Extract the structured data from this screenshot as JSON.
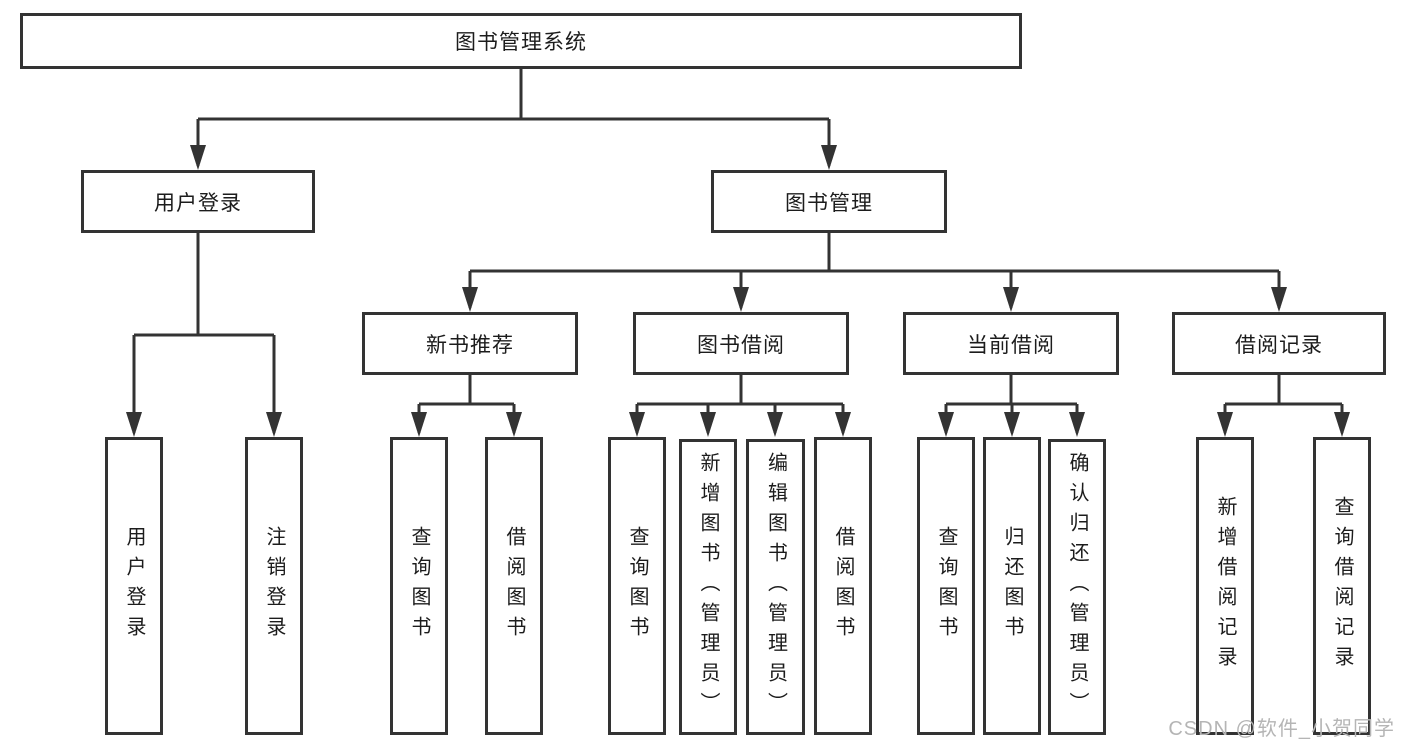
{
  "diagram": {
    "root": {
      "label": "图书管理系统"
    },
    "branches": [
      {
        "label": "用户登录",
        "children": [
          {
            "label": "用户登录"
          },
          {
            "label": "注销登录"
          }
        ]
      },
      {
        "label": "图书管理",
        "children": [
          {
            "label": "新书推荐",
            "children": [
              {
                "label": "查询图书"
              },
              {
                "label": "借阅图书"
              }
            ]
          },
          {
            "label": "图书借阅",
            "children": [
              {
                "label": "查询图书"
              },
              {
                "label": "新增图书（管理员）"
              },
              {
                "label": "编辑图书（管理员）"
              },
              {
                "label": "借阅图书"
              }
            ]
          },
          {
            "label": "当前借阅",
            "children": [
              {
                "label": "查询图书"
              },
              {
                "label": "归还图书"
              },
              {
                "label": "确认归还（管理员）"
              }
            ]
          },
          {
            "label": "借阅记录",
            "children": [
              {
                "label": "新增借阅记录"
              },
              {
                "label": "查询借阅记录"
              }
            ]
          }
        ]
      }
    ]
  },
  "watermark": "CSDN @软件_小贺同学",
  "colors": {
    "line": "#333333",
    "text": "#1c1c1c",
    "watermark": "#b5b5b5",
    "background": "#ffffff"
  }
}
